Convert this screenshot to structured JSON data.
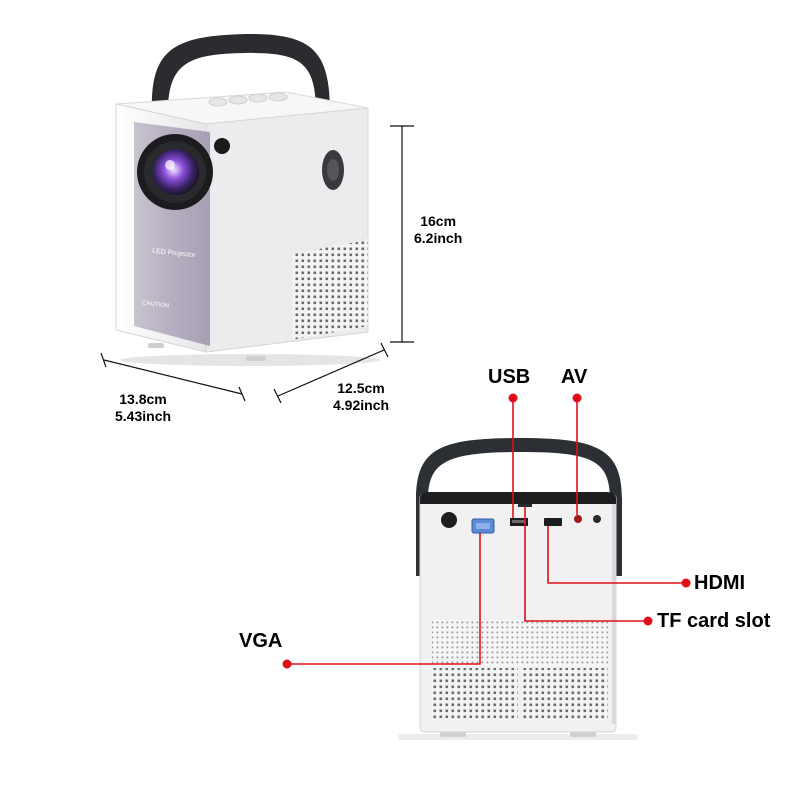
{
  "dimensions": {
    "height": {
      "line1": "16cm",
      "line2": "6.2inch"
    },
    "width": {
      "line1": "13.8cm",
      "line2": "5.43inch"
    },
    "depth": {
      "line1": "12.5cm",
      "line2": "4.92inch"
    }
  },
  "ports": {
    "usb": "USB",
    "av": "AV",
    "hdmi": "HDMI",
    "tf": "TF card slot",
    "vga": "VGA"
  },
  "front_panel": {
    "brand_text": "LED Projector",
    "caution_text": "CAUTION"
  },
  "colors": {
    "callout": "#e0101a",
    "line": "#111111",
    "body_white": "#f2f2f2",
    "panel_silver": "#b9b2c2",
    "handle": "#2c2c30"
  }
}
